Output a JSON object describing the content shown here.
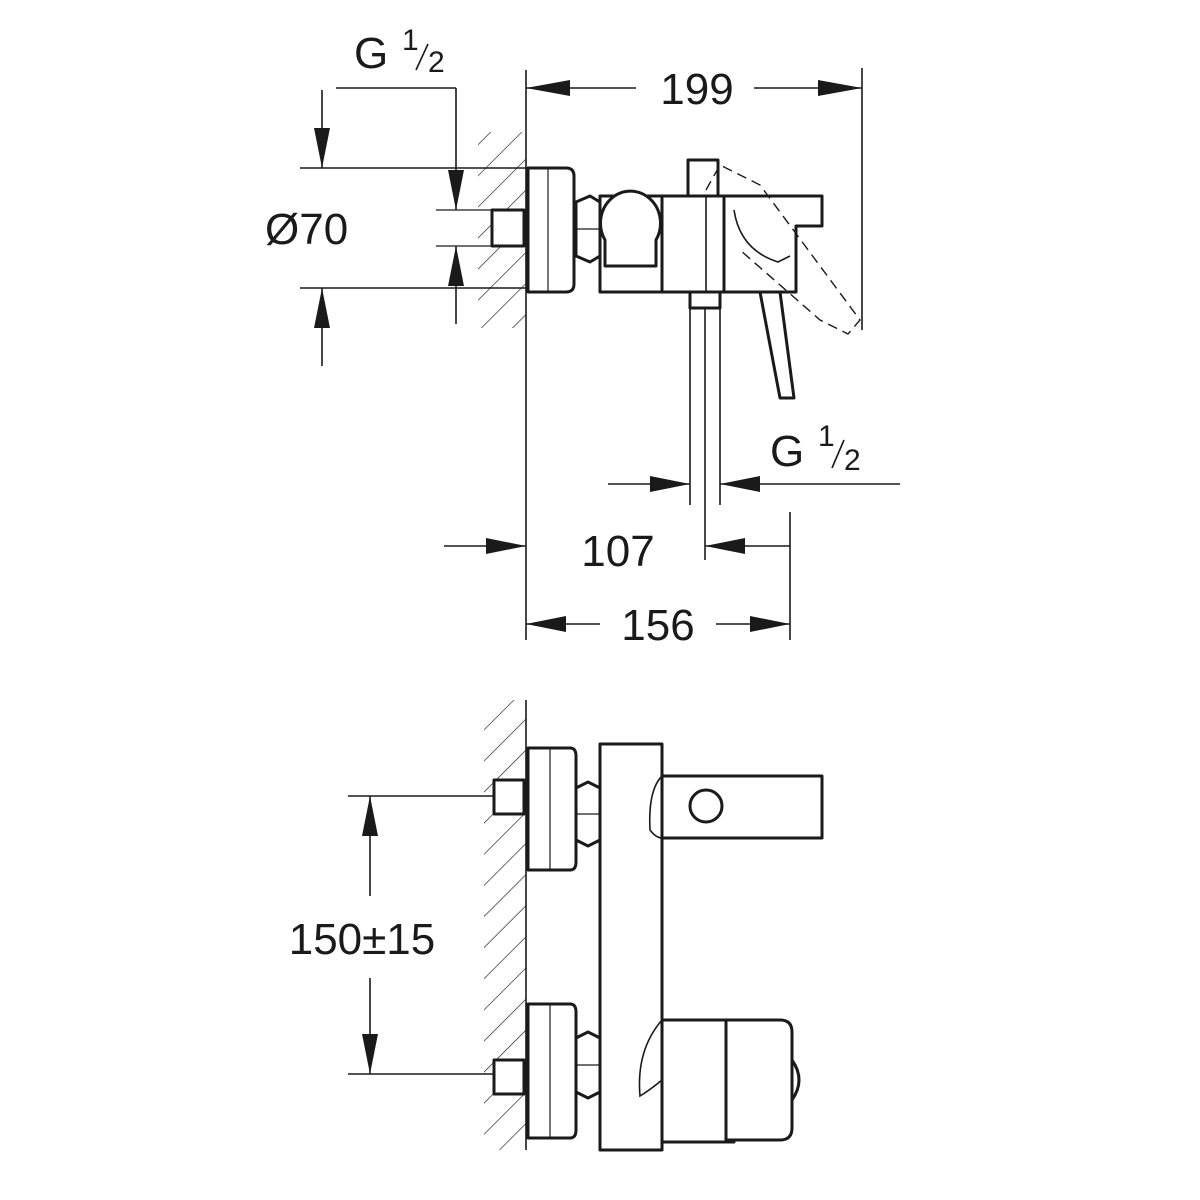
{
  "drawing": {
    "side_view": {
      "overall_length": "199",
      "inlet_thread_letter": "G",
      "inlet_thread_num": "1",
      "inlet_thread_den": "2",
      "escutcheon_diameter": "Ø70",
      "outlet_thread_letter": "G",
      "outlet_thread_num": "1",
      "outlet_thread_den": "2",
      "outlet_offset": "107",
      "body_depth": "156"
    },
    "front_view": {
      "inlet_spacing": "150±15"
    }
  }
}
